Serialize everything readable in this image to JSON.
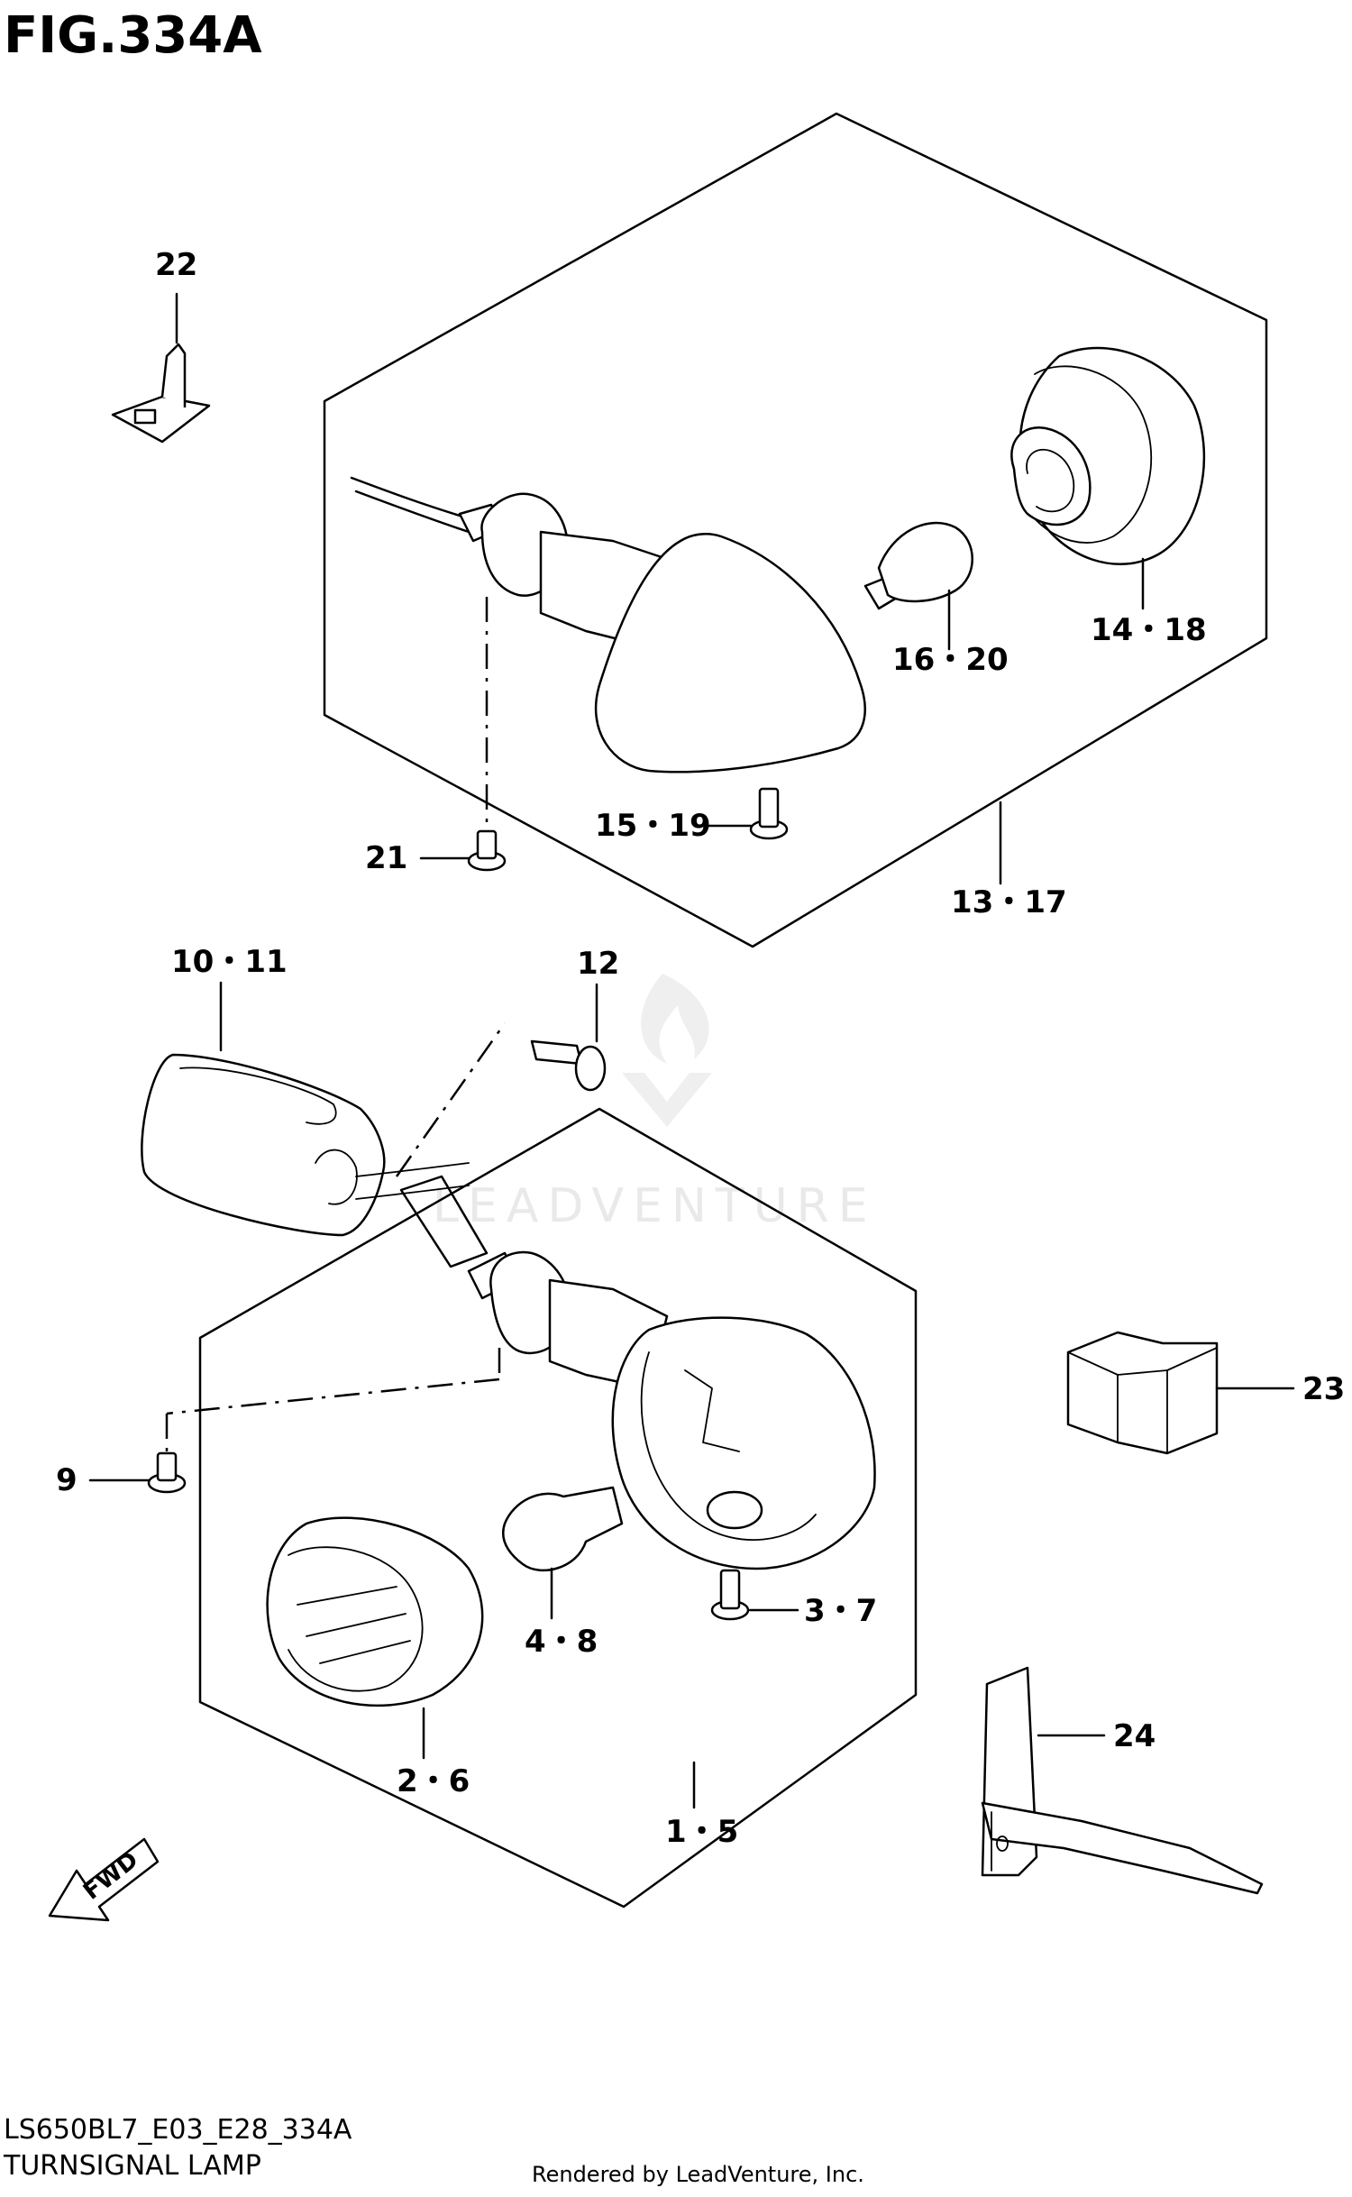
{
  "figure": {
    "title": "FIG.334A",
    "model_code": "LS650BL7_E03_E28_334A",
    "caption": "TURNSIGNAL LAMP",
    "rendered_by": "Rendered by LeadVenture, Inc.",
    "watermark": "LEADVENTURE",
    "fwd_label": "FWD"
  },
  "callouts": {
    "c22": "22",
    "c14_18": "14・18",
    "c16_20": "16・20",
    "c15_19": "15・19",
    "c21": "21",
    "c13_17": "13・17",
    "c10_11": "10・11",
    "c12": "12",
    "c23": "23",
    "c9": "9",
    "c3_7": "3・7",
    "c4_8": "4・8",
    "c2_6": "2・6",
    "c24": "24",
    "c1_5": "1・5"
  }
}
